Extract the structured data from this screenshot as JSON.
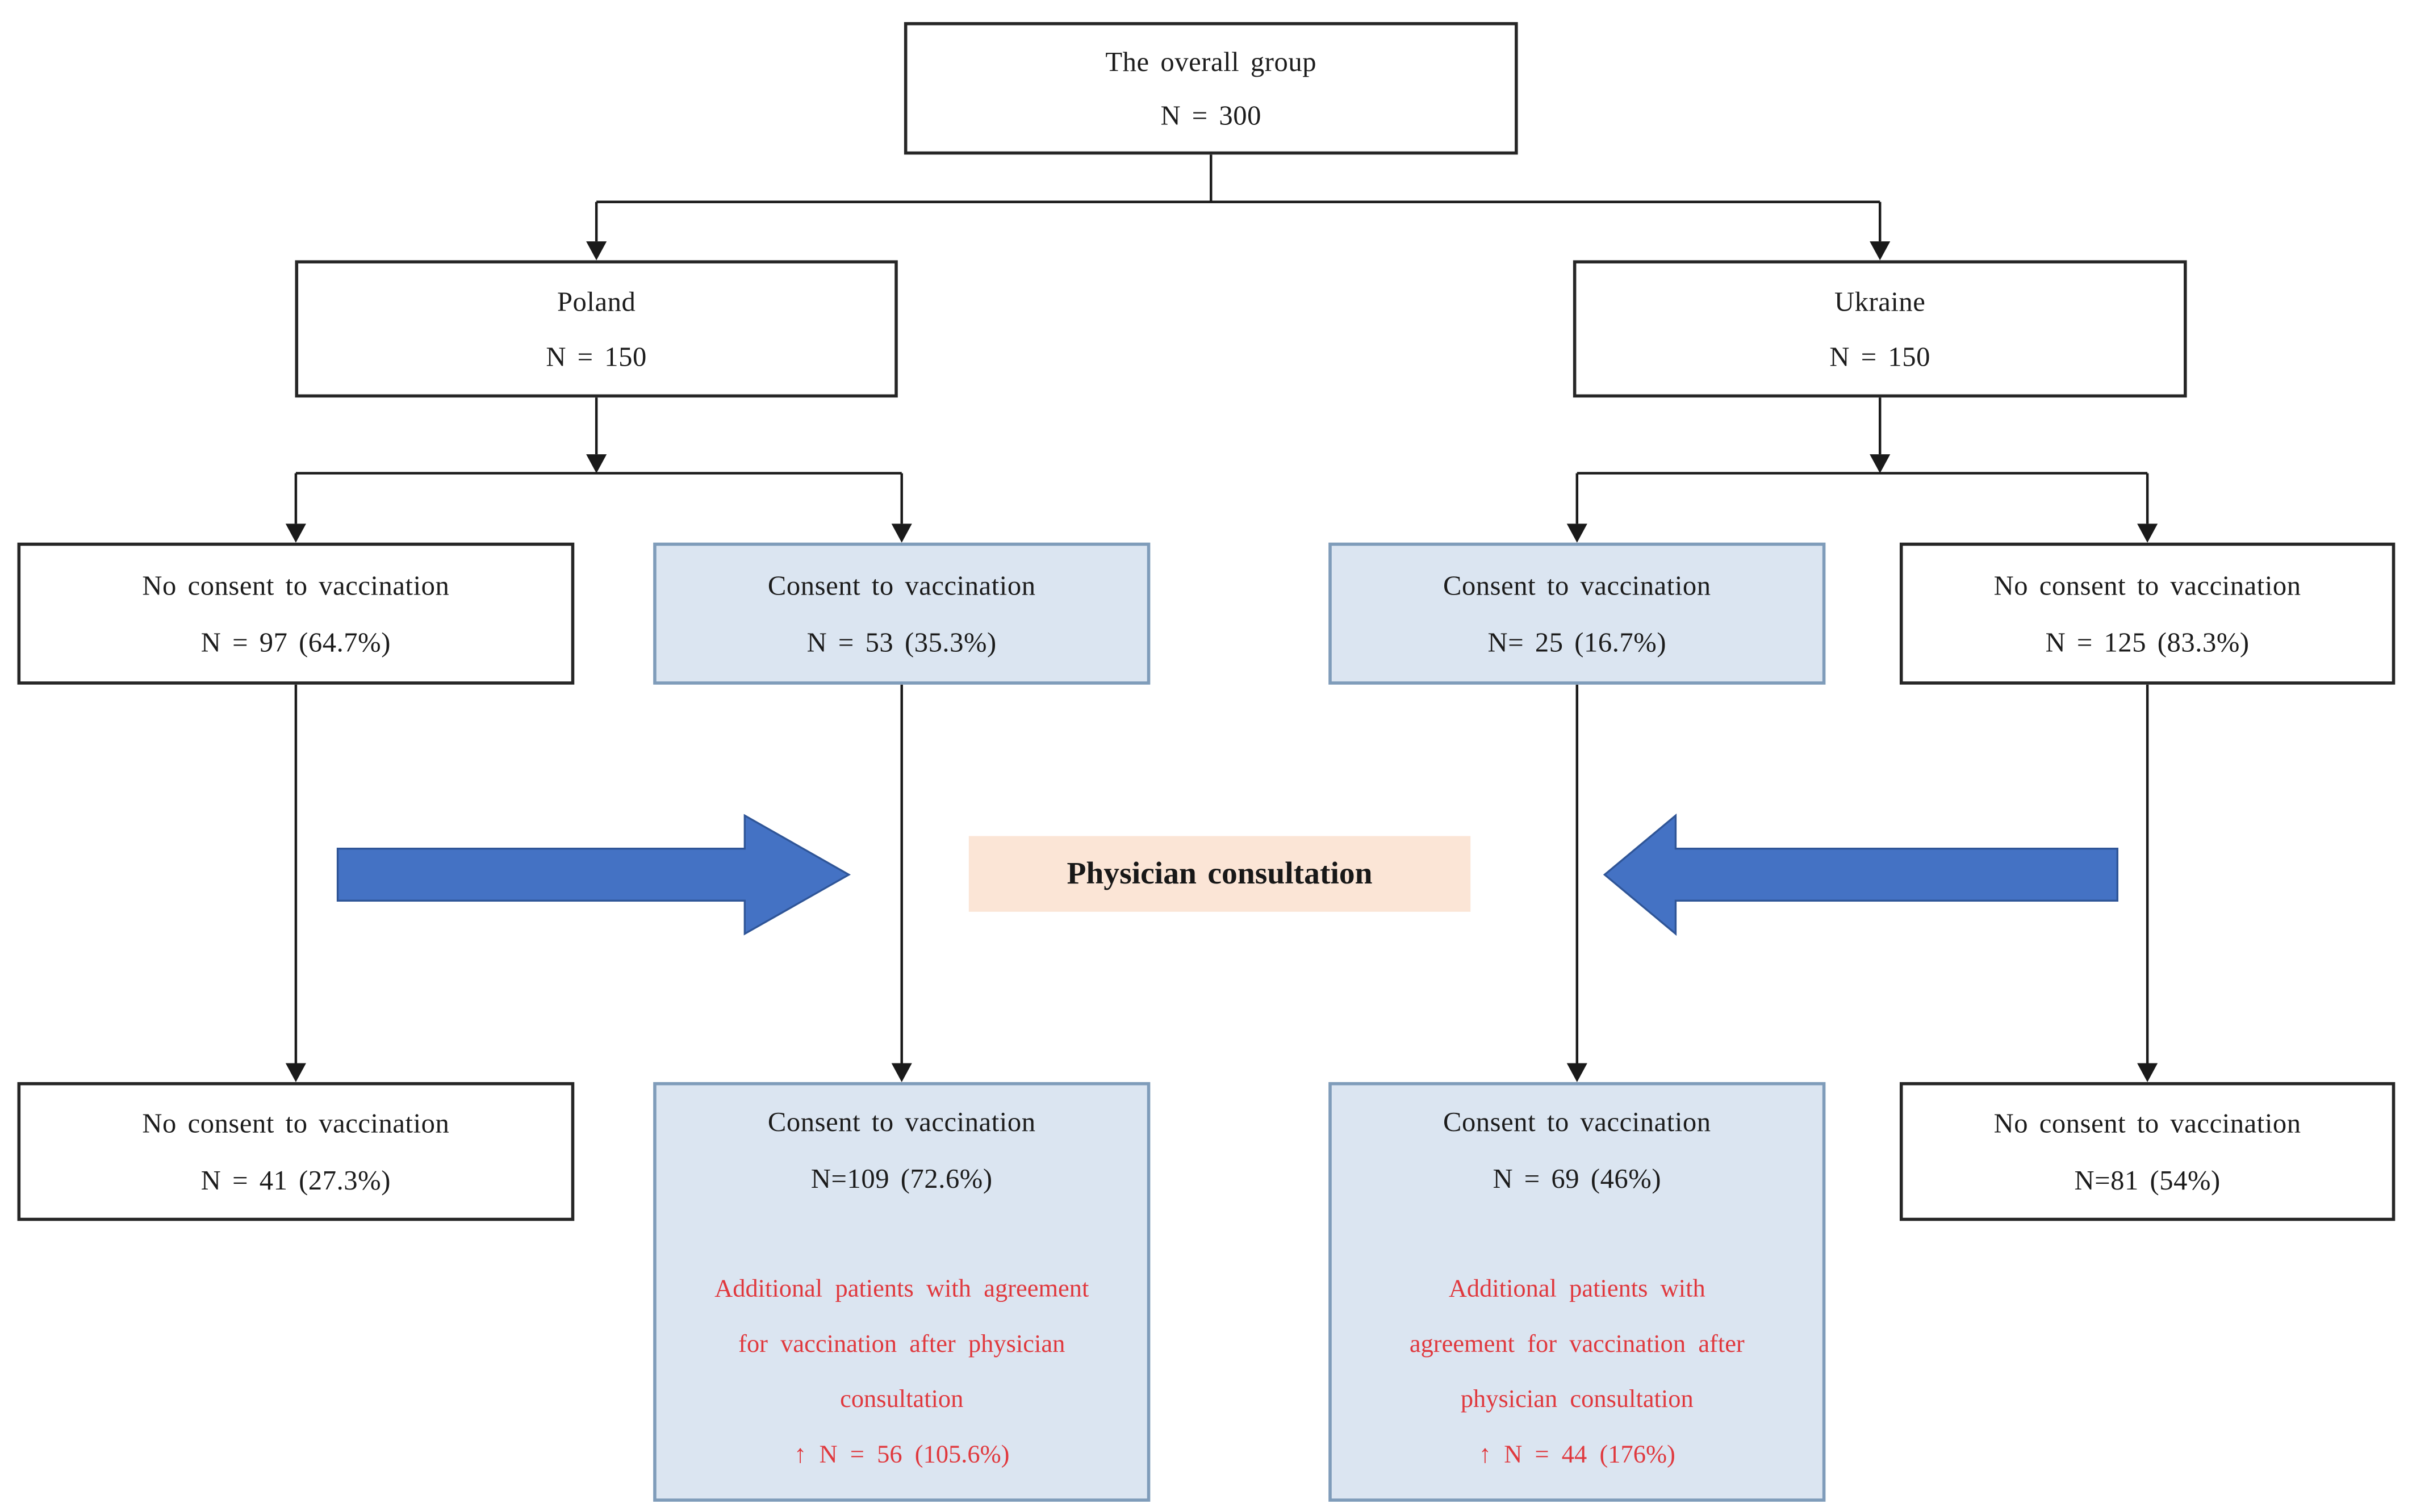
{
  "diagram": {
    "nodes": {
      "overall": {
        "line1": "The overall group",
        "line2": "N = 300"
      },
      "poland": {
        "line1": "Poland",
        "line2": "N = 150"
      },
      "ukraine": {
        "line1": "Ukraine",
        "line2": "N = 150"
      },
      "poland_no_consent": {
        "line1": "No consent to vaccination",
        "line2": "N = 97 (64.7%)"
      },
      "poland_consent": {
        "line1": "Consent to vaccination",
        "line2": "N = 53 (35.3%)"
      },
      "ukraine_consent": {
        "line1": "Consent to vaccination",
        "line2": "N= 25 (16.7%)"
      },
      "ukraine_no_consent": {
        "line1": "No consent to vaccination",
        "line2": "N = 125 (83.3%)"
      },
      "physician": {
        "label": "Physician consultation"
      },
      "poland_no_consent_after": {
        "line1": "No consent to vaccination",
        "line2": "N = 41 (27.3%)"
      },
      "poland_consent_after": {
        "line1": "Consent to vaccination",
        "line2": "N=109 (72.6%)",
        "note_lines": [
          "Additional patients with agreement",
          "for vaccination after physician",
          "consultation",
          "↑ N = 56 (105.6%)"
        ]
      },
      "ukraine_consent_after": {
        "line1": "Consent to vaccination",
        "line2": "N = 69 (46%)",
        "note_lines": [
          "Additional patients with",
          "agreement for vaccination after",
          "physician consultation",
          "↑ N = 44 (176%)"
        ]
      },
      "ukraine_no_consent_after": {
        "line1": "No consent to vaccination",
        "line2": "N=81 (54%)"
      }
    },
    "colors": {
      "box_border": "#262626",
      "blue_fill": "#dbe5f1",
      "blue_border": "#7f9cba",
      "peach_fill": "#fbe5d6",
      "arrow_blue": "#4472c4",
      "arrow_border": "#2f5597",
      "red_text": "#e0393e",
      "line_color": "#1a1a1a"
    }
  }
}
